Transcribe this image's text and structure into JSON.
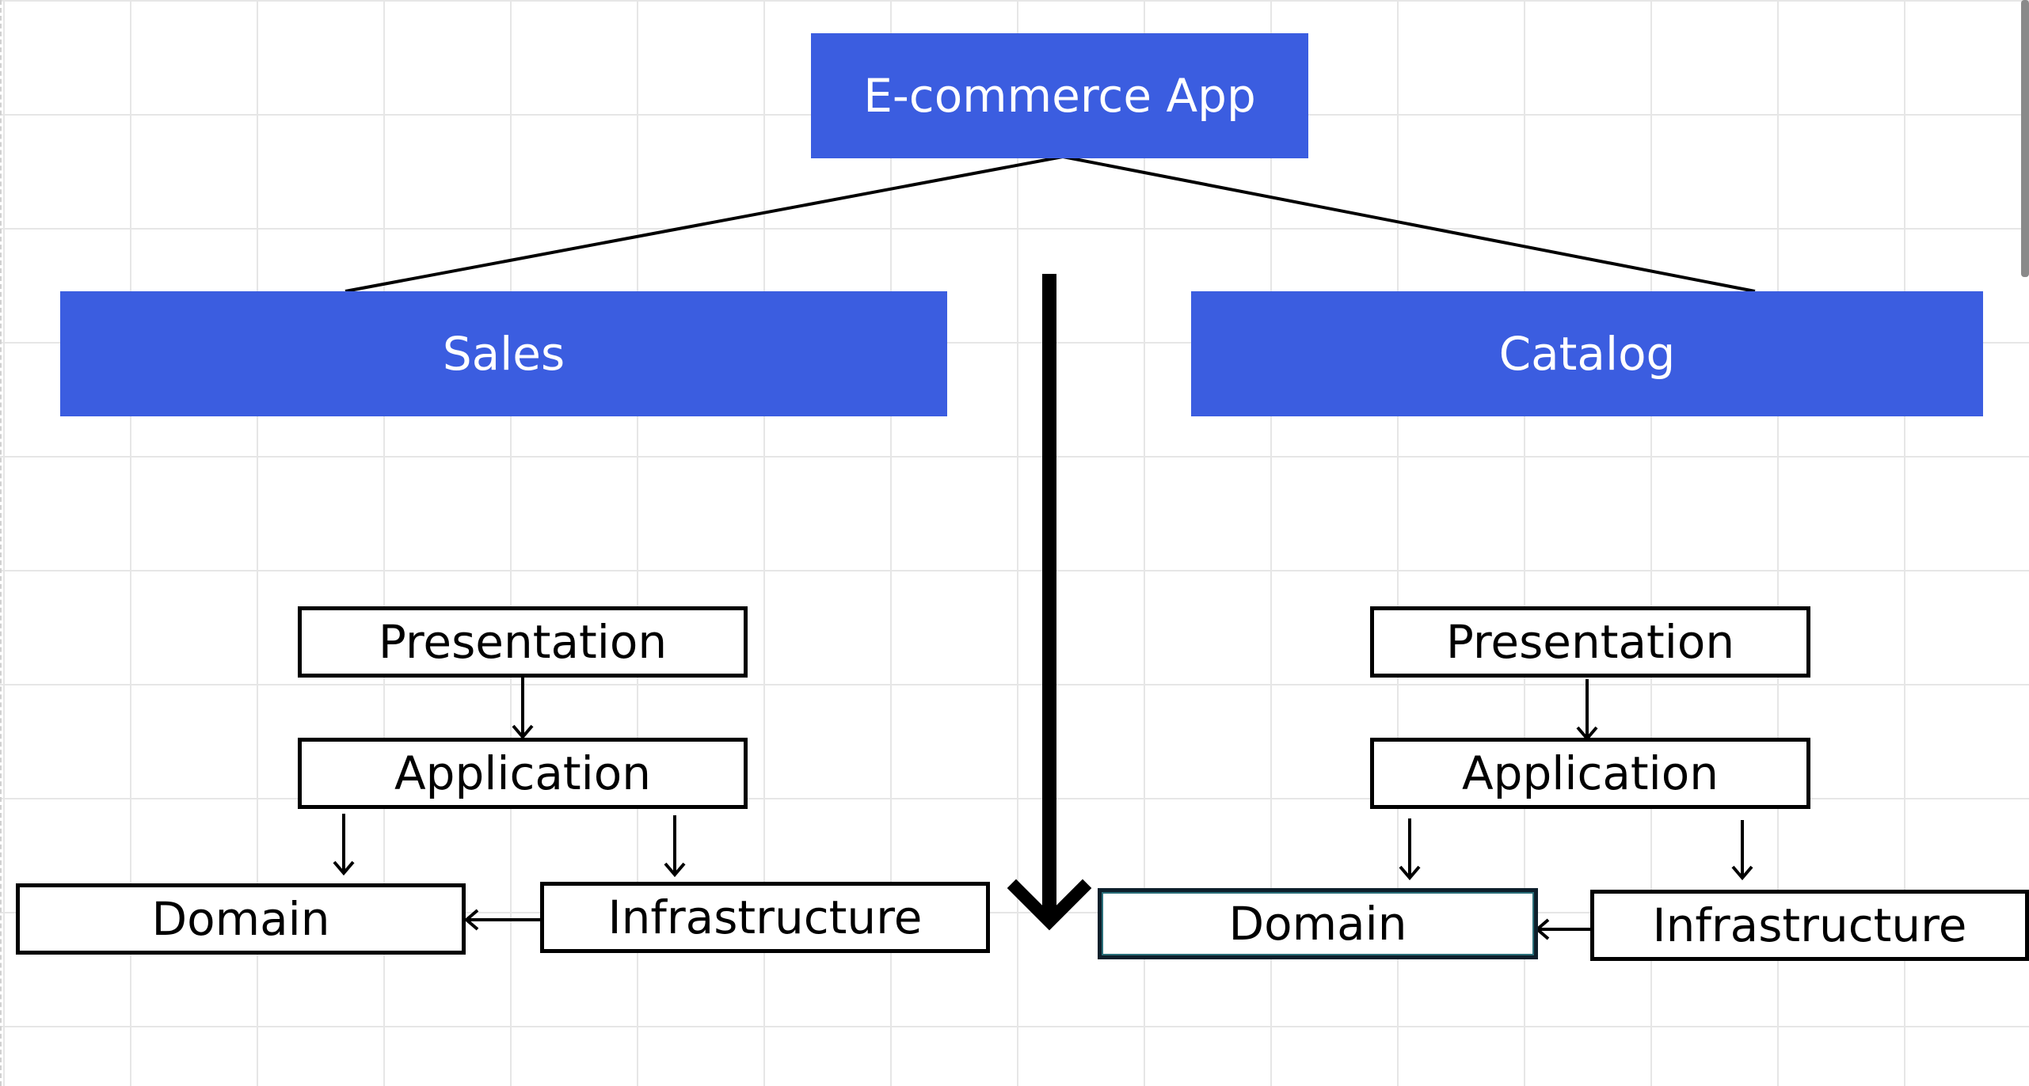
{
  "diagram": {
    "root": {
      "label": "E-commerce App"
    },
    "contexts": [
      {
        "id": "sales",
        "label": "Sales",
        "layers": {
          "presentation": "Presentation",
          "application": "Application",
          "domain": "Domain",
          "infrastructure": "Infrastructure"
        }
      },
      {
        "id": "catalog",
        "label": "Catalog",
        "layers": {
          "presentation": "Presentation",
          "application": "Application",
          "domain": "Domain",
          "infrastructure": "Infrastructure"
        }
      }
    ]
  },
  "colors": {
    "box_fill": "#3b5de0",
    "box_text": "#ffffff",
    "line": "#000000",
    "grid": "#e6e6e6"
  }
}
